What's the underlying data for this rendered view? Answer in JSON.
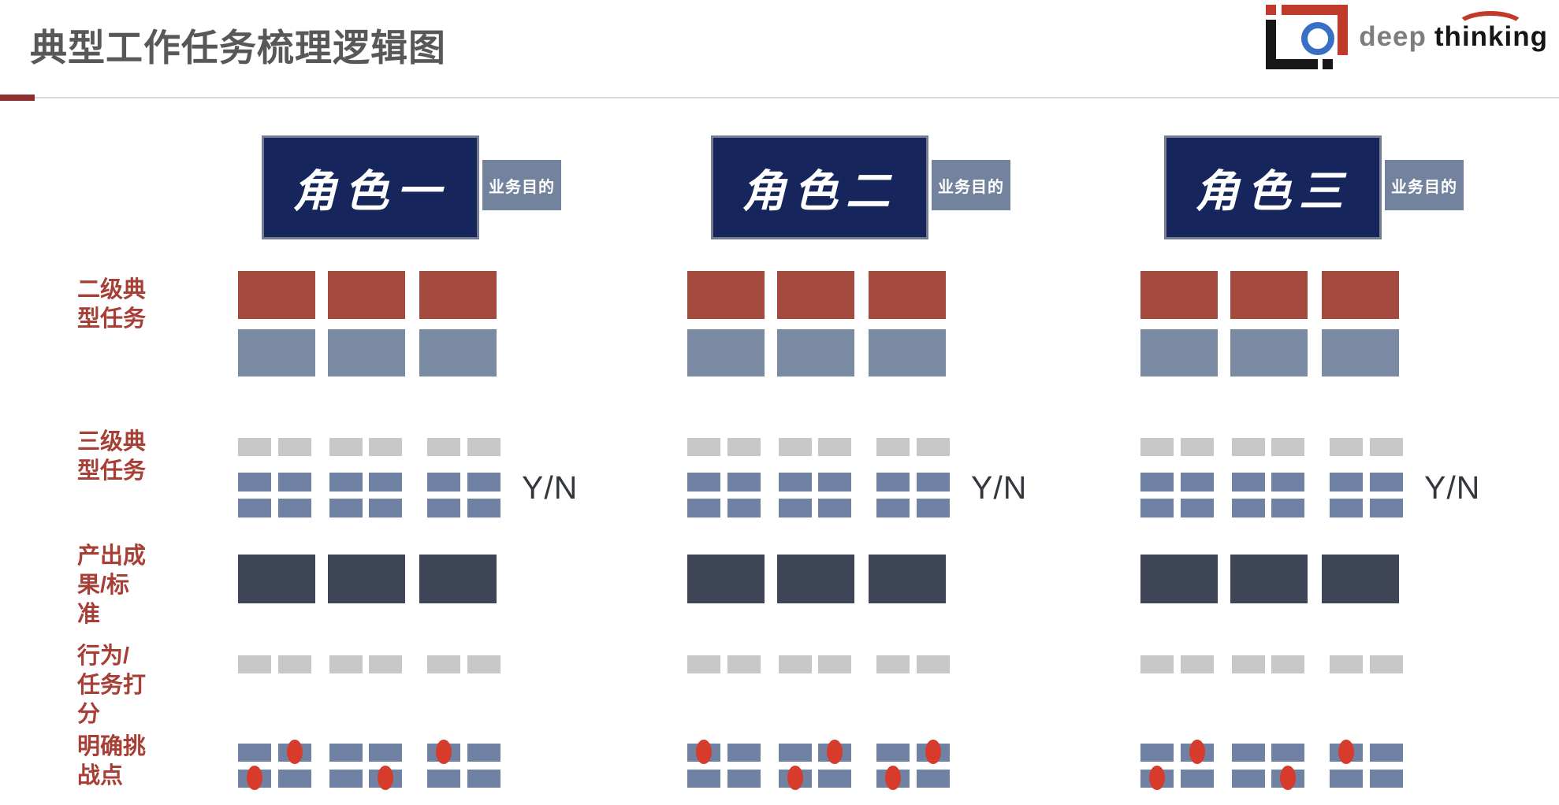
{
  "header": {
    "title": "典型工作任务梳理逻辑图",
    "logo": {
      "first_word": "deep",
      "second_word": "thinking"
    }
  },
  "row_labels": [
    {
      "id": "level2-tasks",
      "text": "二级典\n型任务"
    },
    {
      "id": "level3-tasks",
      "text": "三级典\n型任务"
    },
    {
      "id": "output",
      "text": "产出成\n果/标\n准"
    },
    {
      "id": "scoring",
      "text": "行为/\n任务打\n分"
    },
    {
      "id": "challenges",
      "text": "明确挑\n战点"
    }
  ],
  "columns": [
    {
      "role_label": "角色一",
      "purpose_label": "业务目的",
      "yn_label": "Y/N",
      "level2": {
        "red_boxes": 3,
        "blue_boxes": 3
      },
      "level3": {
        "gray_boxes": 6,
        "blue_rows": [
          6,
          6
        ]
      },
      "output_boxes": 3,
      "scoring_gray_boxes": 6,
      "challenge": {
        "boxes_per_row": 6,
        "dot_rows": [
          [
            1,
            4
          ],
          [
            0,
            3
          ]
        ]
      }
    },
    {
      "role_label": "角色二",
      "purpose_label": "业务目的",
      "yn_label": "Y/N",
      "level2": {
        "red_boxes": 3,
        "blue_boxes": 3
      },
      "level3": {
        "gray_boxes": 6,
        "blue_rows": [
          6,
          6
        ]
      },
      "output_boxes": 3,
      "scoring_gray_boxes": 6,
      "challenge": {
        "boxes_per_row": 6,
        "dot_rows": [
          [
            0,
            3,
            5
          ],
          [
            2,
            4
          ]
        ]
      }
    },
    {
      "role_label": "角色三",
      "purpose_label": "业务目的",
      "yn_label": "Y/N",
      "level2": {
        "red_boxes": 3,
        "blue_boxes": 3
      },
      "level3": {
        "gray_boxes": 6,
        "blue_rows": [
          6,
          6
        ]
      },
      "output_boxes": 3,
      "scoring_gray_boxes": 6,
      "challenge": {
        "boxes_per_row": 6,
        "dot_rows": [
          [
            1,
            4
          ],
          [
            0,
            3
          ]
        ]
      }
    }
  ],
  "colors": {
    "navy": "#16265c",
    "brick": "#a54a3f",
    "blue_gray": "#7b8aa3",
    "blue_gray_tag": "#73839e",
    "light_gray": "#c7c7c7",
    "small_blue": "#7082a4",
    "dark_slate": "#3e4557",
    "red_dot": "#d63b2c",
    "label_red": "#a83f36",
    "accent_bar": "#8c2f2e"
  }
}
